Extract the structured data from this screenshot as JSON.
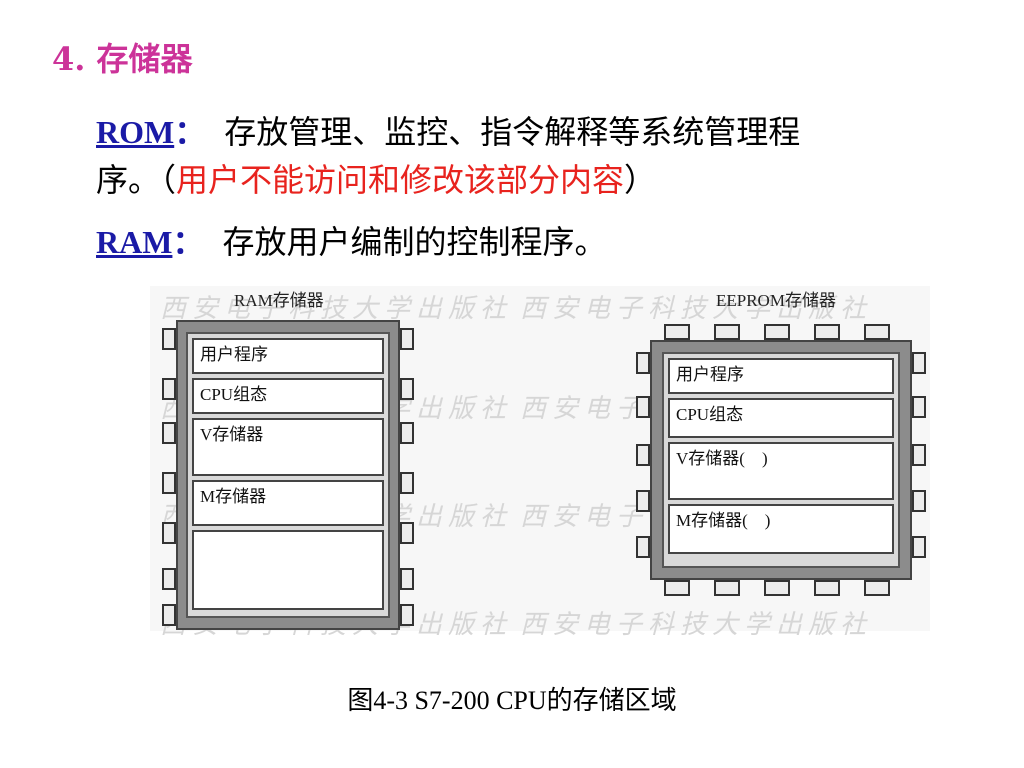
{
  "heading": "4. 存储器",
  "rom": {
    "term": "ROM",
    "colon": "：",
    "line1": "存放管理、监控、指令解释等系统管理程",
    "line2_start": "序。（",
    "line2_red": "用户不能访问和修改该部分内容",
    "line2_end": "）"
  },
  "ram": {
    "term": "RAM",
    "colon": "：",
    "text": "存放用户编制的控制程序。"
  },
  "figure": {
    "watermark": "西安电子科技大学出版社",
    "ram_chip": {
      "label": "RAM存储器",
      "cells": [
        "用户程序",
        "CPU组态",
        "V存储器",
        "M存储器",
        ""
      ]
    },
    "eeprom_chip": {
      "label": "EEPROM存储器",
      "cells": [
        "用户程序",
        "CPU组态",
        "V存储器(　)",
        "M存储器(　)"
      ]
    },
    "caption": "图4-3 S7-200 CPU的存储区域"
  }
}
